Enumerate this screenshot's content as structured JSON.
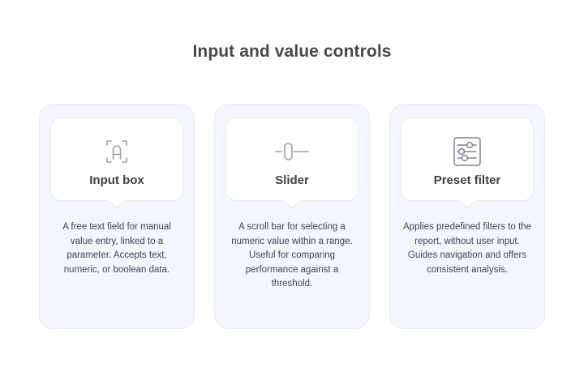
{
  "header": {
    "title": "Input and value controls"
  },
  "theme": {
    "page_background": "#ffffff",
    "card_background": "#f4f6fd",
    "card_border": "#e6e9f6",
    "bubble_background": "#ffffff",
    "bubble_border": "#e8eaf2",
    "title_color": "#44484e",
    "heading_color": "#3d4147",
    "body_color": "#3f444b",
    "icon_color": "#9aa0a8"
  },
  "cards": [
    {
      "icon": "input-field-brackets-a-icon",
      "heading": "Input box",
      "body": "A free text field for manual value entry, linked to a parameter. Accepts text, numeric, or boolean data."
    },
    {
      "icon": "slider-handle-icon",
      "heading": "Slider",
      "body": "A scroll bar for selecting a numeric value within a range. Useful for comparing performance against a threshold."
    },
    {
      "icon": "preset-filter-sliders-icon",
      "heading": "Preset filter",
      "body": "Applies predefined filters to the report, without user input. Guides navigation and offers consistent analysis."
    }
  ]
}
